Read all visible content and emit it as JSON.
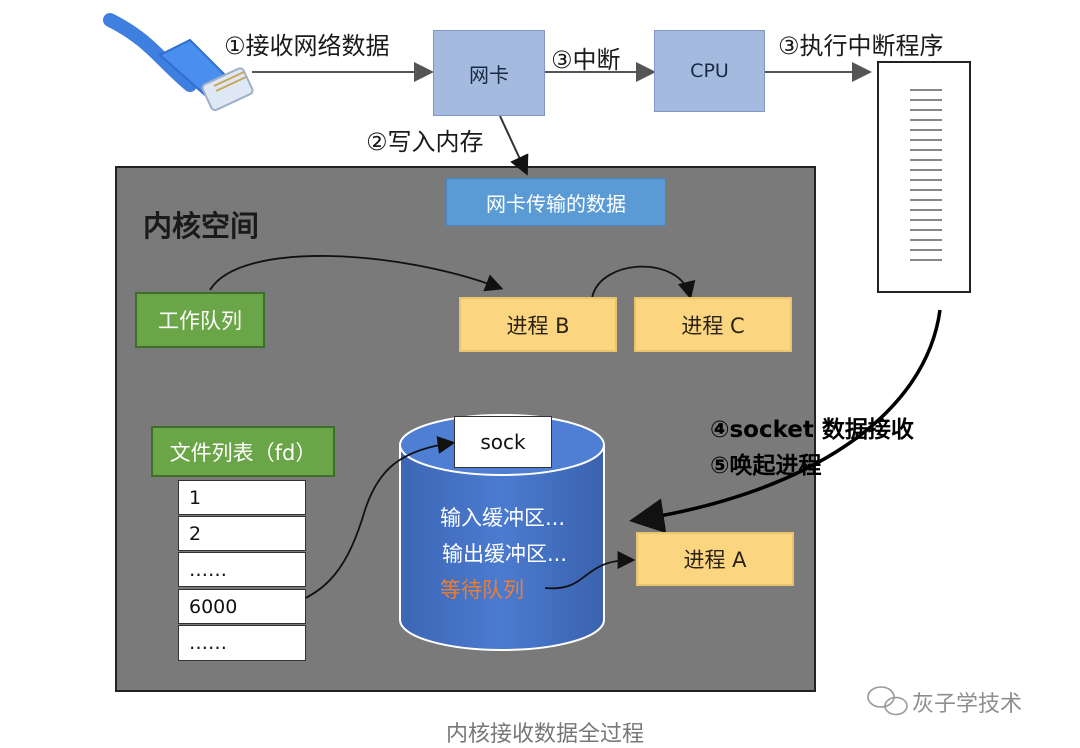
{
  "labels": {
    "receive_network_data": "①接收网络数据",
    "interrupt": "③中断",
    "run_interrupt": "③执行中断程序",
    "write_memory": "②写入内存",
    "socket_receive": "④socket 数据接收",
    "wake_process": "⑤唤起进程"
  },
  "boxes": {
    "nic": "网卡",
    "cpu": "CPU",
    "nic_data": "网卡传输的数据",
    "kernel_space": "内核空间",
    "work_queue": "工作队列",
    "process_b": "进程 B",
    "process_c": "进程 C",
    "process_a": "进程 A",
    "fd_list": "文件列表（fd）",
    "sock": "sock"
  },
  "fd_rows": [
    "1",
    "2",
    "……",
    "6000",
    "……"
  ],
  "cylinder": {
    "input_buffer": "输入缓冲区...",
    "output_buffer": "输出缓冲区...",
    "wait_queue": "等待队列"
  },
  "watermark": "灰子学技术",
  "caption": "内核接收数据全过程",
  "colors": {
    "kernel_bg": "#7a7a7a",
    "blue_box": "#a4badf",
    "yellow_box": "#fbd57f",
    "green_box": "#6aa547",
    "cylinder": "#4472c4",
    "wait_queue_text": "#ed7d31",
    "nic_data_box": "#5b9bd5"
  }
}
